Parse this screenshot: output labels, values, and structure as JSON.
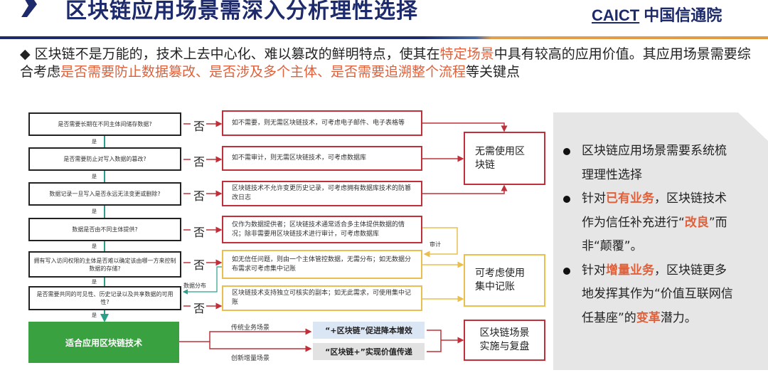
{
  "header": {
    "title": "区块链应用场景需深入分析理性选择",
    "logo_en": "CAICT",
    "logo_cn": "中国信通院"
  },
  "intro": {
    "p1": "区块链不是万能的，技术上去中心化、难以篡改的鲜明特点，使其在",
    "h1": "特定场景",
    "p2": "中具有较高的应用价值。其应用场景需要综合考虑",
    "h2": "是否需要防止数据篡改、是否涉及多个主体、是否需要追溯整个流程",
    "p3": "等关键点"
  },
  "flow": {
    "questions": [
      "是否需要长期在不同主体间储存数据?",
      "是否需要防止对写入数据的篡改?",
      "数据记录一旦写入是否永远无法变更或删除?",
      "数据是否由不同主体提供?",
      "拥有写入访问权限的主体是否难以确定该由哪一方来控制数据的存储?",
      "是否需要共同的可见性、历史记录以及共享数据的可用性?"
    ],
    "yes": "是",
    "no": "否",
    "outcomes": [
      "如不需要，则无需区块链技术，可考虑电子邮件、电子表格等",
      "如不需审计，则无需区块链技术，可考虑数据库",
      "区块链技术不允许变更历史记录，可考虑拥有数据库技术的防篡改日志",
      "仅作为数据提供者；区块链技术通常适合多主体提供数据的情况；除非需要用区块链技术进行审计，可考虑数据库",
      "如无信任问题，则由一个主体管控数据，无需分布；如无数据分布需求可考虑集中记账",
      "区块链技术支持独立可核实的副本；如无此需求，可使用集中记账"
    ],
    "audit": "审计",
    "distribution": "数据分布",
    "suitable": "适合应用区块链技术",
    "no_blockchain": "无需使用区块链",
    "centralized": "可考虑使用集中记账",
    "traditional": "传统业务场景",
    "innovative": "创新增量场景",
    "plus_chain": "“+区块链”促进降本增效",
    "chain_plus": "“区块链+”实现价值传递",
    "implement": "区块链场景实施与复盘"
  },
  "panel": {
    "b1": "区块链应用场景需要系统梳理理性选择",
    "b2a": "针对",
    "b2h": "已有业务",
    "b2b": "，区块链技术作为信任补充进行“",
    "b2h2": "改良",
    "b2c": "”而非“颠覆”。",
    "b3a": "针对",
    "b3h": "增量业务",
    "b3b": "，区块链更多地发挥其作为“价值互联网信任基座”的",
    "b3h2": "变革",
    "b3c": "潜力。"
  },
  "colors": {
    "navy": "#1d2a6b",
    "accent": "#e0603a",
    "green": "#3aa141",
    "red": "#c0303a",
    "yellow": "#e8bf50"
  }
}
